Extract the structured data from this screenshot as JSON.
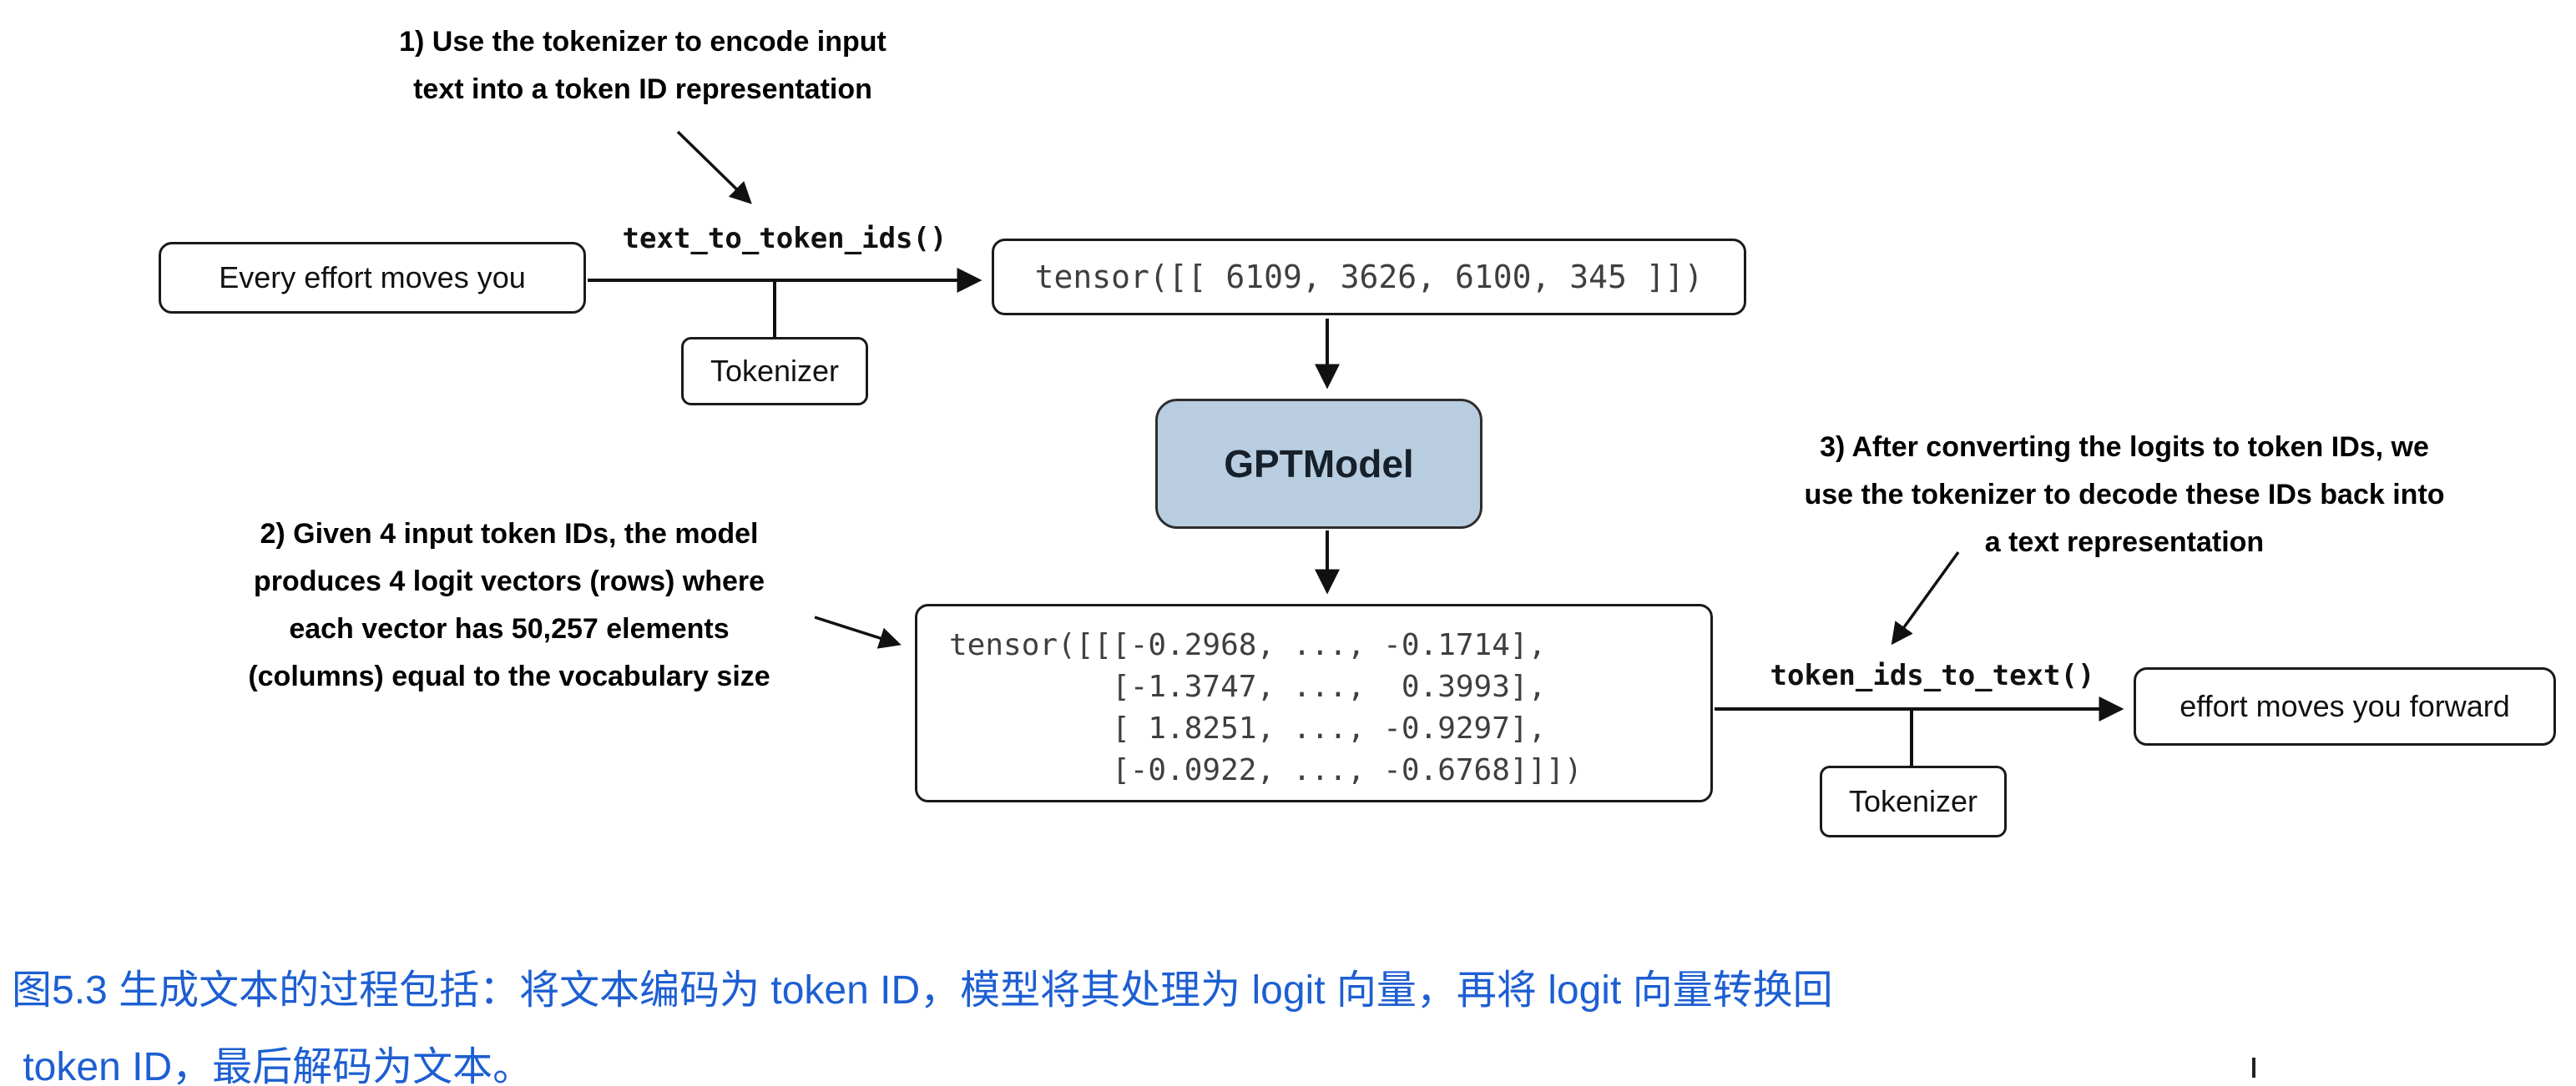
{
  "diagram": {
    "annotations": {
      "step1": {
        "lines": [
          "1) Use the tokenizer to encode input",
          "text into a token ID representation"
        ]
      },
      "step2": {
        "lines": [
          "2) Given 4 input token IDs, the model",
          "produces 4 logit vectors (rows) where",
          "each vector has 50,257 elements",
          "(columns) equal to the vocabulary size"
        ]
      },
      "step3": {
        "lines": [
          "3) After converting the logits to token IDs, we",
          "use the tokenizer to decode these IDs back into",
          "a text representation"
        ]
      }
    },
    "labels": {
      "encode_fn": "text_to_token_ids()",
      "decode_fn": "token_ids_to_text()"
    },
    "nodes": {
      "input_text": "Every effort moves you",
      "tokenizer_encode": "Tokenizer",
      "token_ids_tensor": "tensor([[ 6109, 3626, 6100, 345 ]])",
      "model": "GPTModel",
      "logits_rows": [
        "tensor([[[-0.2968, ..., -0.1714],",
        "         [-1.3747, ...,  0.3993],",
        "         [ 1.8251, ..., -0.9297],",
        "         [-0.0922, ..., -0.6768]]])"
      ],
      "tokenizer_decode": "Tokenizer",
      "output_text": "effort moves you forward"
    },
    "colors": {
      "model_fill": "#b9cde0",
      "box_border": "#1a1a1a",
      "mono_text": "#3f3f3f",
      "caption_blue": "#1d5fd2"
    }
  },
  "caption": {
    "lines": [
      "图5.3 生成文本的过程包括：将文本编码为 token ID，模型将其处理为 logit 向量，再将 logit 向量转换回",
      " token ID，最后解码为文本。"
    ]
  }
}
